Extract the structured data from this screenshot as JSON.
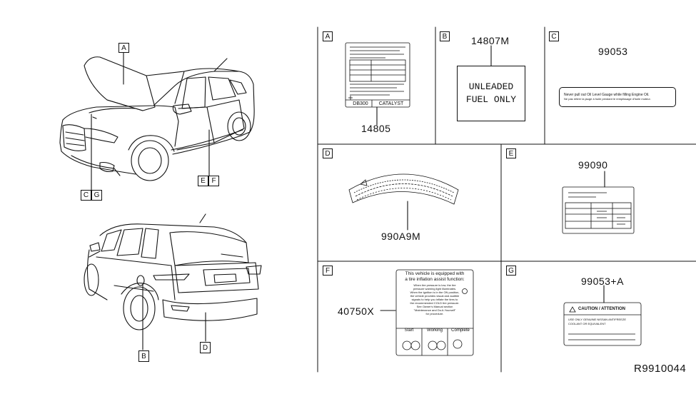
{
  "callouts": {
    "vehicle_front": [
      "A",
      "C",
      "G",
      "E",
      "F"
    ],
    "vehicle_rear": [
      "B",
      "D"
    ]
  },
  "panels": {
    "A": {
      "letter": "A",
      "part_number": "14805",
      "label_cells": [
        "DB300",
        "CATALYST"
      ]
    },
    "B": {
      "letter": "B",
      "part_number": "14807M",
      "label_text": [
        "UNLEADED",
        "FUEL ONLY"
      ]
    },
    "C": {
      "letter": "C",
      "part_number": "99053",
      "label_text": [
        "Never pull out Oil Level Gauge while filling Engine Oil.",
        "Ne pas retirer la jauge à huile pendant le remplissage d'huile moteur."
      ]
    },
    "D": {
      "letter": "D",
      "part_number": "990A9M"
    },
    "E": {
      "letter": "E",
      "part_number": "99090"
    },
    "F": {
      "letter": "F",
      "part_number": "40750X",
      "label_title": [
        "This vehicle is equipped with",
        "a tire inflation assist function:"
      ],
      "label_body": [
        "When tire pressure is low, the tire",
        "pressure warning light illuminates.",
        "When the ignition is in the ON position,",
        "the vehicle provides visual and audible",
        "signals to help you inflate the tires to",
        "the recommended COLD tire pressure.",
        "See Owner's Manual section",
        "\"Maintenance and Do-it-Yourself\"",
        "for procedure."
      ],
      "label_columns": [
        "Start",
        "Working",
        "Complete"
      ]
    },
    "G": {
      "letter": "G",
      "part_number": "99053+A",
      "label_heading": "CAUTION / ATTENTION",
      "label_lines": [
        "USE ONLY GENUINE NISSAN ANTIFREEZE",
        "COOLANT OR EQUIVALENT"
      ]
    }
  },
  "diagram_id": "R9910044"
}
